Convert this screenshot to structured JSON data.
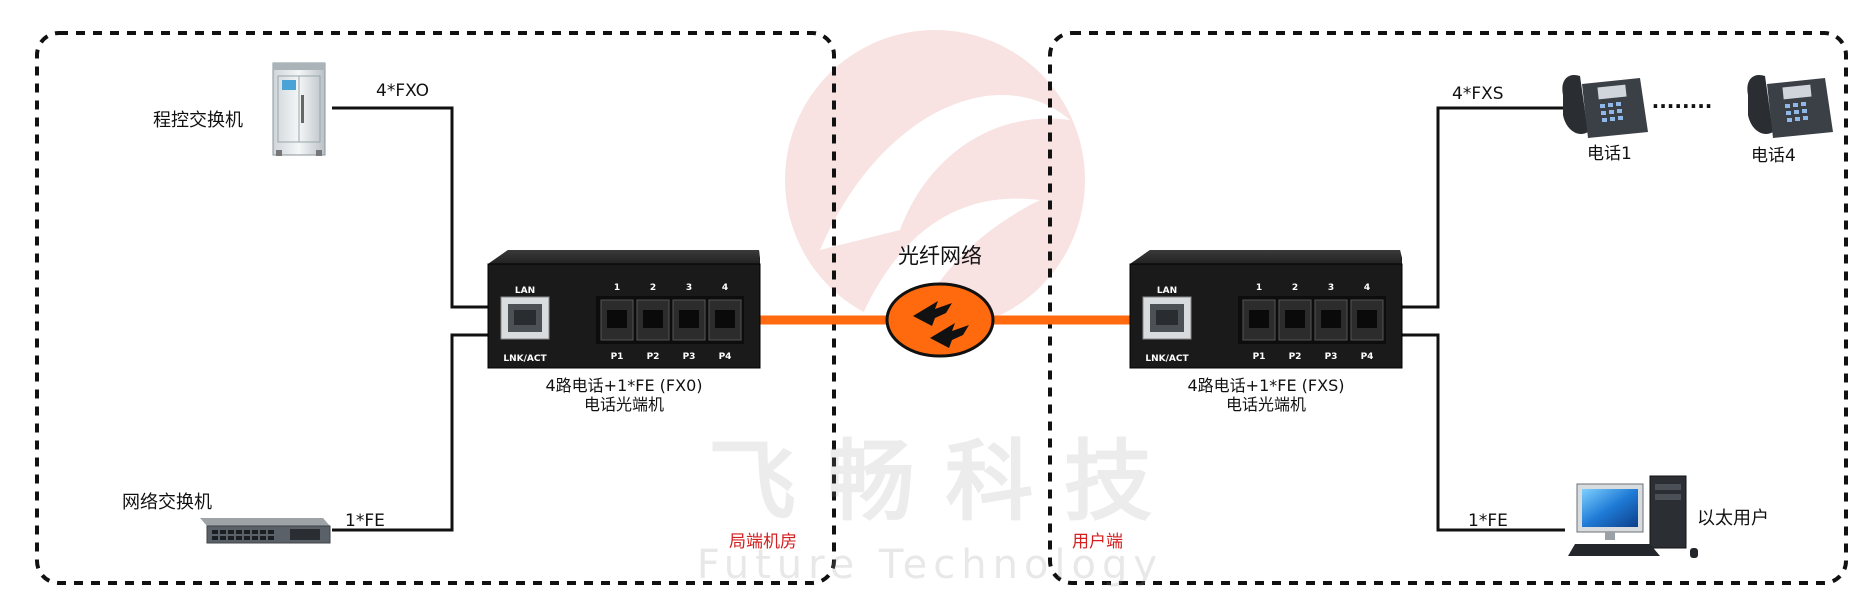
{
  "left_site": {
    "pbx_label": "程控交换机",
    "network_switch_label": "网络交换机",
    "fxo_link_label": "4*FXO",
    "fe_link_label": "1*FE",
    "device_model": "4路电话+1*FE (FX0)",
    "device_name": "电话光端机",
    "zone_label": "局端机房"
  },
  "right_site": {
    "phone1_label": "电话1",
    "phone4_label": "电话4",
    "dots": "........",
    "fxs_link_label": "4*FXS",
    "fe_link_label": "1*FE",
    "ethernet_user_label": "以太用户",
    "device_model": "4路电话+1*FE (FXS)",
    "device_name": "电话光端机",
    "zone_label": "用户端"
  },
  "fiber": {
    "label": "光纤网络"
  },
  "device_panel": {
    "lan_label": "LAN",
    "lnk_label": "LNK/ACT",
    "port_numbers": [
      "1",
      "2",
      "3",
      "4"
    ],
    "port_names": [
      "P1",
      "P2",
      "P3",
      "P4"
    ]
  },
  "watermark": {
    "cn": "飞 畅 科 技",
    "en": "Future Technology"
  },
  "colors": {
    "fiber": "#ff6a0e",
    "zone_label": "#d41f1f",
    "device_body": "#1f1f1f",
    "watermark": "#e8a8a8"
  }
}
